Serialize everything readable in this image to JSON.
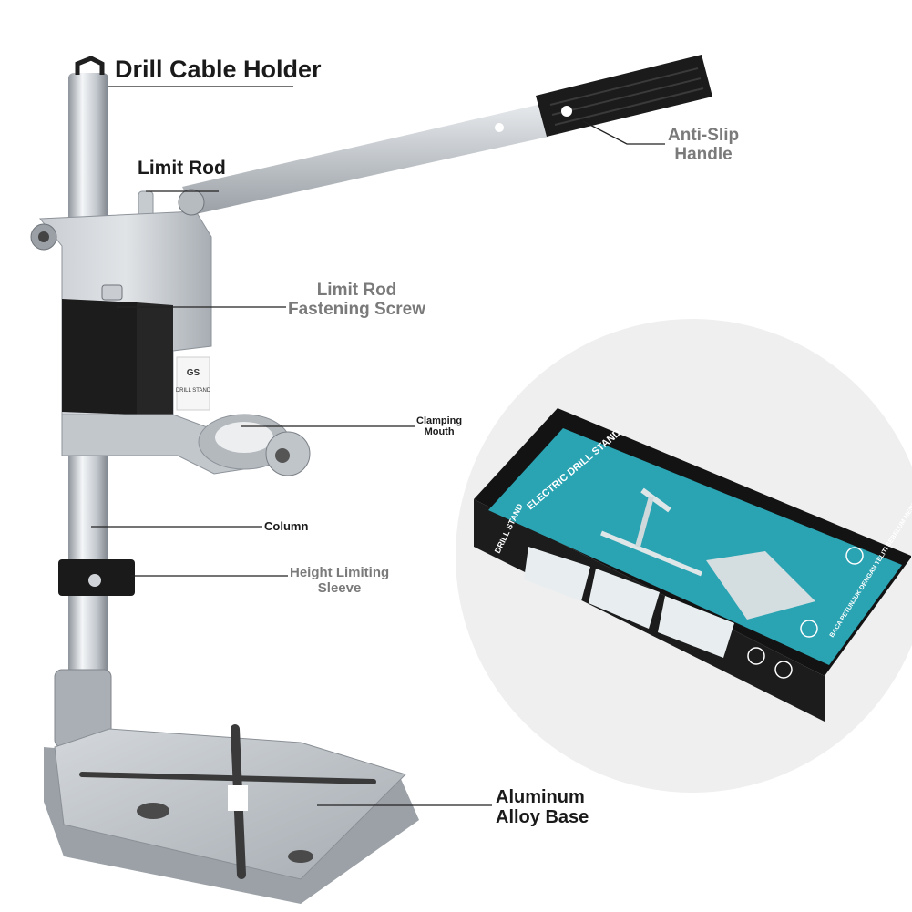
{
  "callouts": {
    "drill_cable_holder": "Drill Cable Holder",
    "limit_rod": "Limit Rod",
    "anti_slip_handle_line1": "Anti-Slip",
    "anti_slip_handle_line2": "Handle",
    "limit_rod_screw_line1": "Limit Rod",
    "limit_rod_screw_line2": "Fastening Screw",
    "clamping_mouth_line1": "Clamping",
    "clamping_mouth_line2": "Mouth",
    "column": "Column",
    "height_sleeve_line1": "Height Limiting",
    "height_sleeve_line2": "Sleeve",
    "base_line1": "Aluminum",
    "base_line2": "Alloy Base"
  },
  "product_label": {
    "logo": "GS",
    "text": "DRILL STAND"
  },
  "package": {
    "title": "ELECTRIC DRILL STAND",
    "side_text": "DRILL STAND",
    "warning": "BACA PETUNJUK DENGAN TELITI SEBELUM MENGGUNAKAN"
  },
  "colors": {
    "background": "#ffffff",
    "circle_bg": "#efefef",
    "metal": "#b9bec4",
    "metal_dark": "#8d939a",
    "black_part": "#1c1c1c",
    "box_teal": "#2aa3b2",
    "box_black": "#141414"
  }
}
